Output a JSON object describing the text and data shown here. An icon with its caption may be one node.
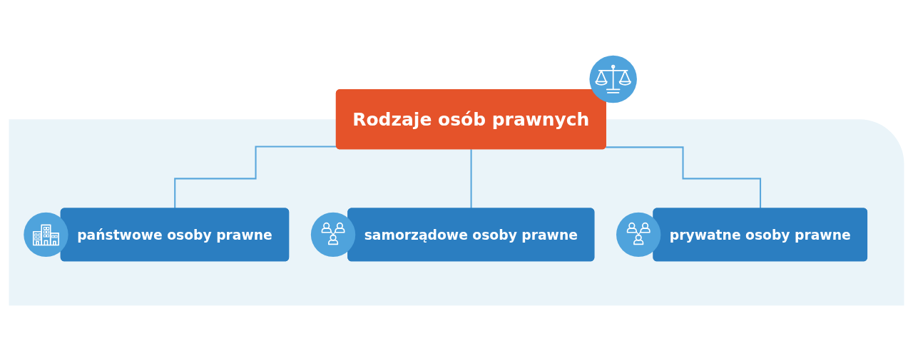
{
  "diagram": {
    "nodes": [
      {
        "text": [
          "Rodzaje osób prawnych"
        ]
      },
      {
        "text": [
          "państwowe osoby prawne"
        ]
      },
      {
        "text": [
          "samorządowe osoby prawne"
        ]
      },
      {
        "text": [
          "prywatne osoby prawne"
        ]
      }
    ],
    "edges": [
      {
        "from": 0,
        "to": 1,
        "arrow": "none"
      },
      {
        "from": 0,
        "to": 2,
        "arrow": "none"
      },
      {
        "from": 0,
        "to": 3,
        "arrow": "none"
      }
    ]
  }
}
